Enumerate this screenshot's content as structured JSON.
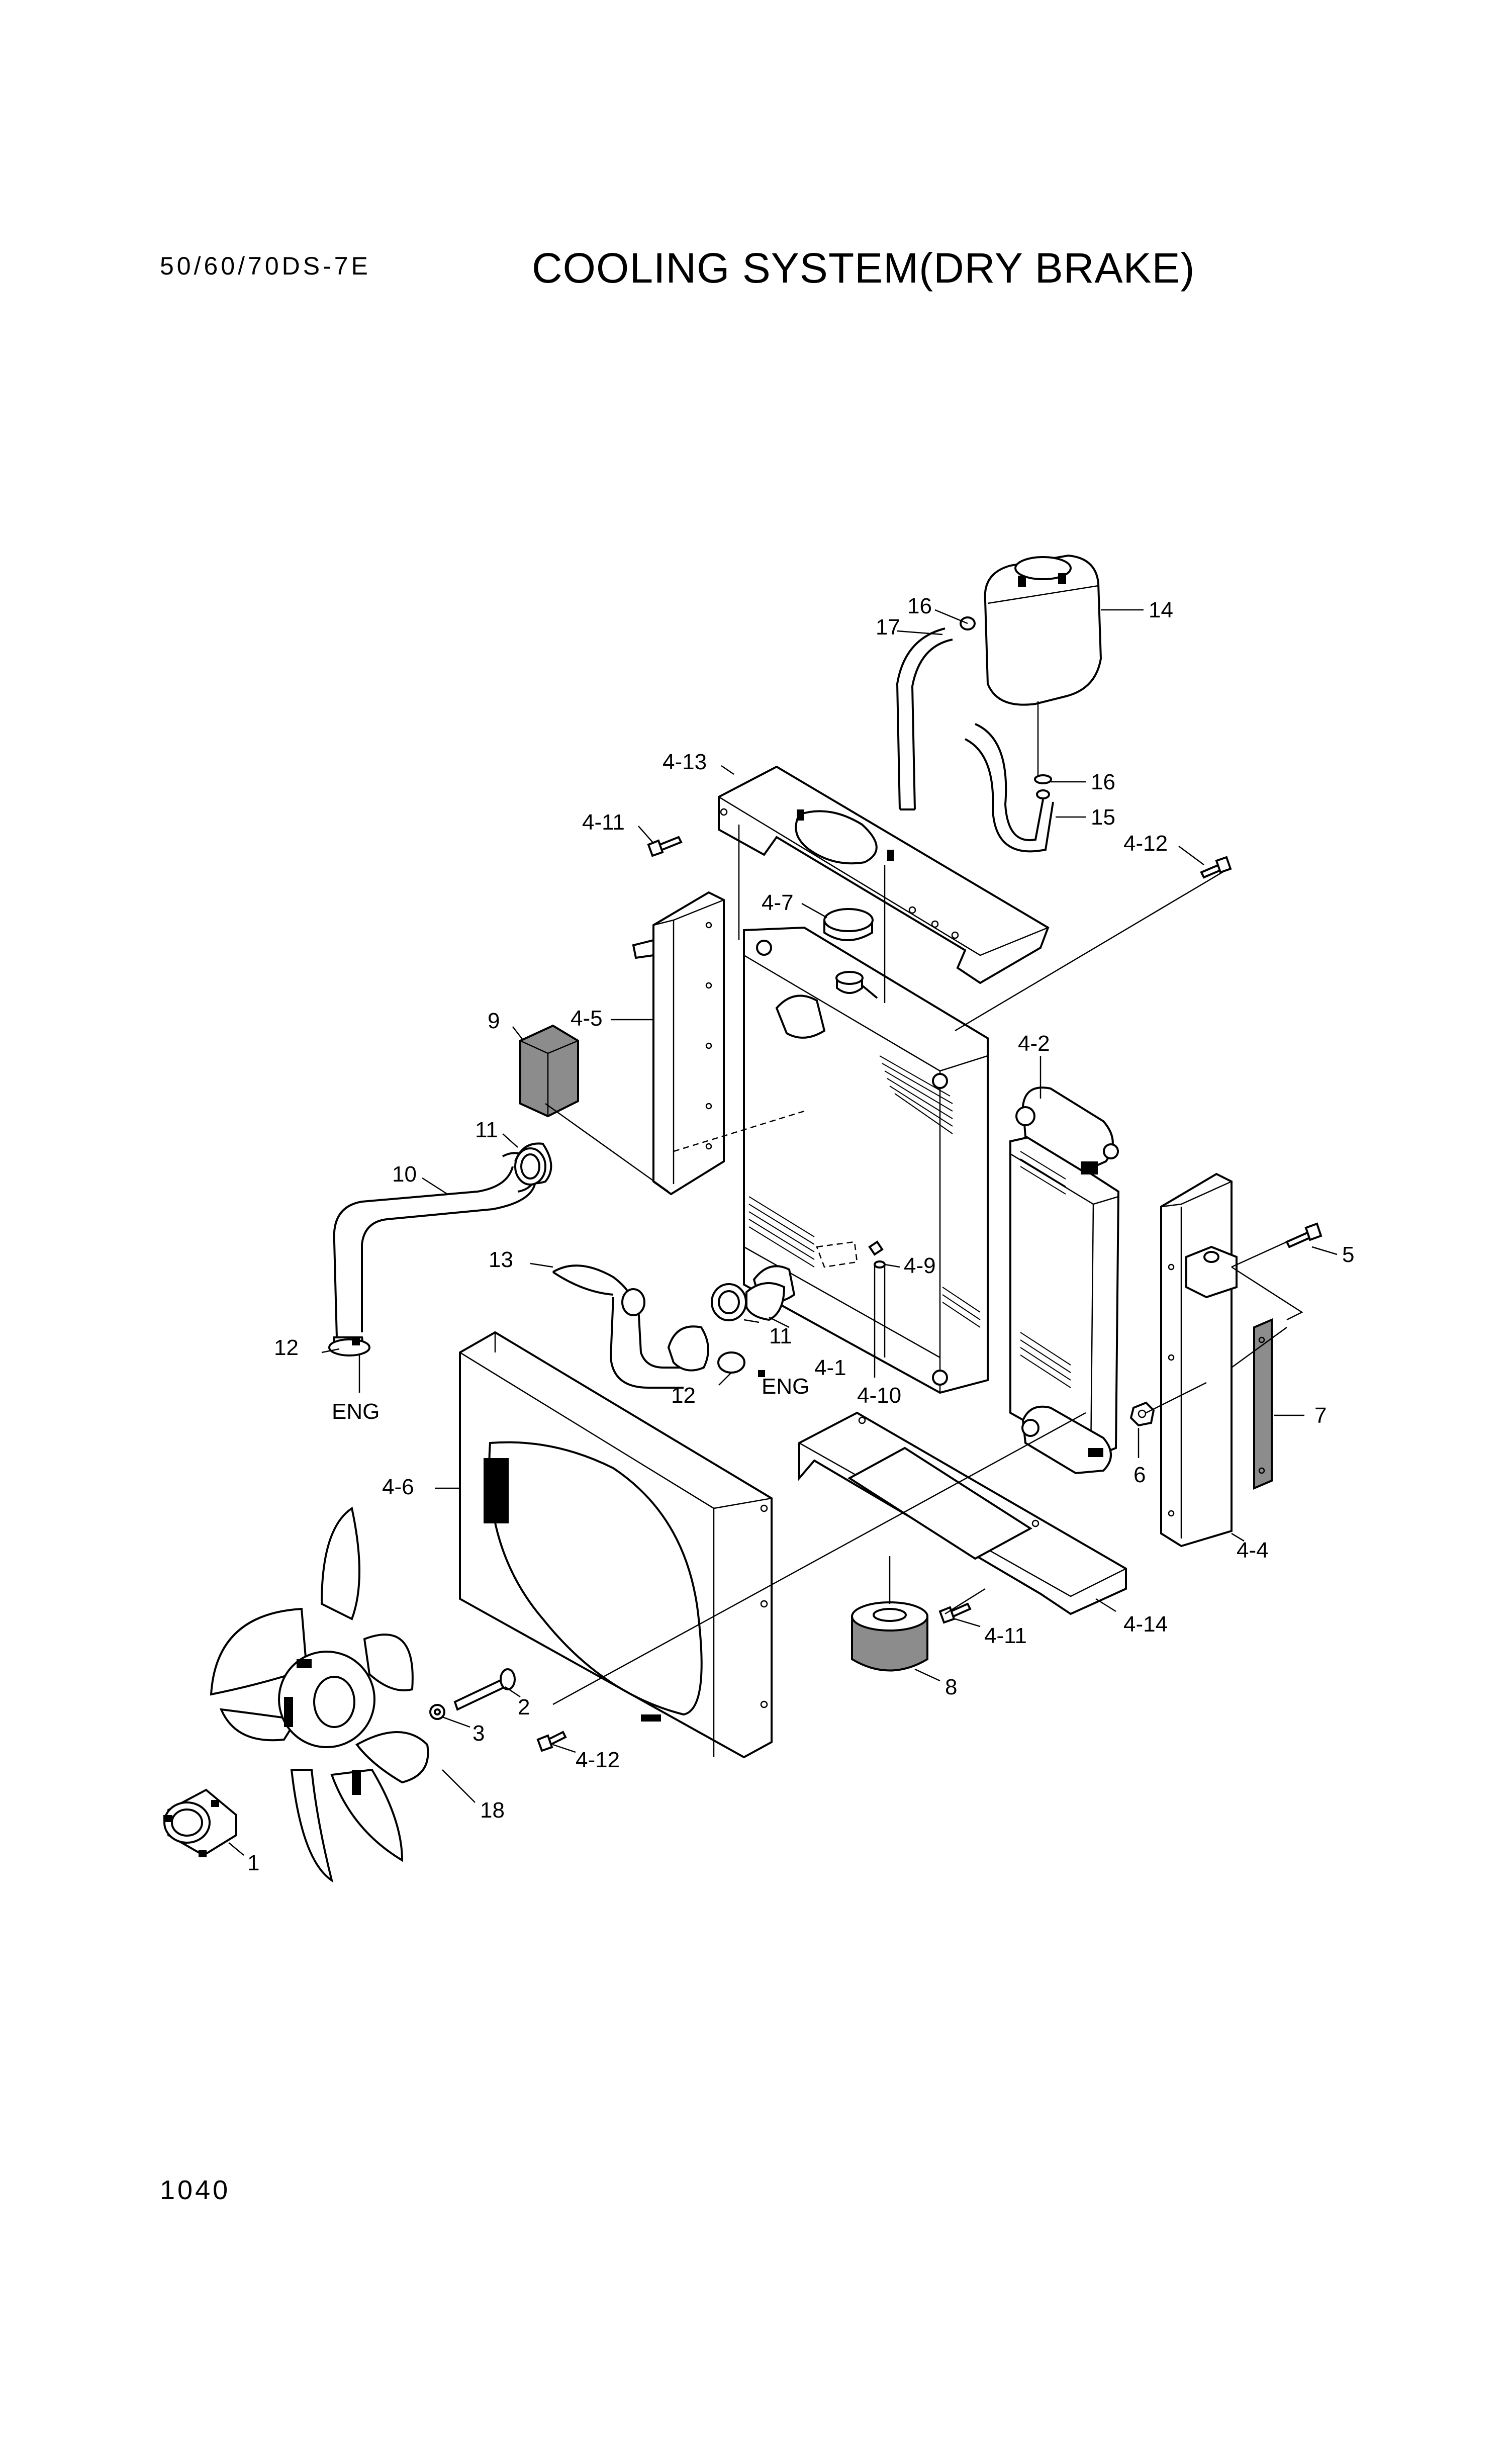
{
  "header": {
    "model": "50/60/70DS-7E",
    "title": "COOLING SYSTEM(DRY BRAKE)"
  },
  "footer": {
    "page_number": "1040"
  },
  "callouts": {
    "p1": "1",
    "p2": "2",
    "p3": "3",
    "p4_1": "4-1",
    "p4_2": "4-2",
    "p4_4": "4-4",
    "p4_5": "4-5",
    "p4_6": "4-6",
    "p4_7": "4-7",
    "p4_9": "4-9",
    "p4_10": "4-10",
    "p4_11a": "4-11",
    "p4_11b": "4-11",
    "p4_12a": "4-12",
    "p4_12b": "4-12",
    "p4_13": "4-13",
    "p4_14": "4-14",
    "p5": "5",
    "p6": "6",
    "p7": "7",
    "p8": "8",
    "p9": "9",
    "p10": "10",
    "p11a": "11",
    "p11b": "11",
    "p12a": "12",
    "p12b": "12",
    "p13": "13",
    "p14": "14",
    "p15": "15",
    "p16a": "16",
    "p16b": "16",
    "p17": "17",
    "p18": "18",
    "eng_a": "ENG",
    "eng_b": "ENG"
  }
}
